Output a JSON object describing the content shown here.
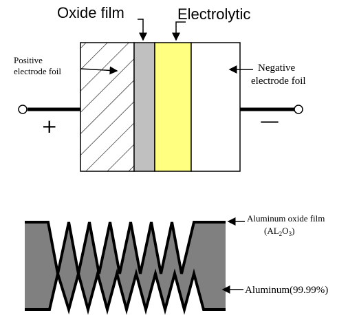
{
  "top_diagram": {
    "oxide_film_label": "Oxide film",
    "electrolytic_label": "Electrolytic",
    "positive_line1": "Positive",
    "positive_line2": "electrode foil",
    "negative_line1": "Negative",
    "negative_line2": "electrode foil",
    "plus_sign": "+",
    "minus_sign": "—",
    "colors": {
      "oxide_film": "#c0c0c0",
      "electrolyte": "#ffff80",
      "outline": "#000000"
    }
  },
  "bottom_diagram": {
    "oxide_label": "Aluminum oxide film",
    "oxide_formula_prefix": "(AL",
    "oxide_formula_sub1": "2",
    "oxide_formula_mid": "O",
    "oxide_formula_sub2": "3",
    "oxide_formula_suffix": ")",
    "aluminum_label": "Aluminum(99.99%)",
    "colors": {
      "aluminum": "#808080",
      "oxide_edge": "#000000"
    }
  }
}
